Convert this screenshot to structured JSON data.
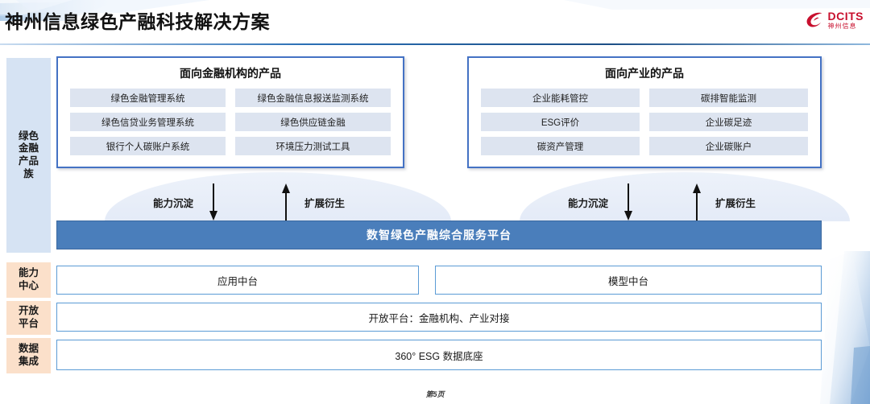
{
  "header": {
    "title": "神州信息绿色产融科技解决方案",
    "logo": {
      "brand_en": "DCITS",
      "brand_cn": "神州信息",
      "mark_name": "dcits-swirl-logo",
      "color": "#c8102e"
    },
    "rule_color": "#2a6fb5"
  },
  "sidebar": {
    "items": [
      {
        "label": "绿色\n金融\n产品\n族",
        "label_lines": [
          "绿色",
          "金融",
          "产品",
          "族"
        ],
        "style": "blue",
        "bg": "#d6e3f3"
      },
      {
        "label": "能力\n中心",
        "label_lines": [
          "能力",
          "中心"
        ],
        "style": "peach",
        "bg": "#fbe0ca"
      },
      {
        "label": "开放\n平台",
        "label_lines": [
          "开放",
          "平台"
        ],
        "style": "peach",
        "bg": "#fbe0ca"
      },
      {
        "label": "数据\n集成",
        "label_lines": [
          "数据",
          "集成"
        ],
        "style": "peach",
        "bg": "#fbe0ca"
      }
    ]
  },
  "panels": [
    {
      "title": "面向金融机构的产品",
      "border_color": "#4472c4",
      "tiles": [
        "绿色金融管理系统",
        "绿色金融信息报送监测系统",
        "绿色信贷业务管理系统",
        "绿色供应链金融",
        "银行个人碳账户系统",
        "环境压力测试工具"
      ]
    },
    {
      "title": "面向产业的产品",
      "border_color": "#4472c4",
      "tiles": [
        "企业能耗管控",
        "碳排智能监测",
        "ESG评价",
        "企业碳足迹",
        "碳资产管理",
        "企业碳账户"
      ]
    }
  ],
  "flows": [
    {
      "down_label": "能力沉淀",
      "up_label": "扩展衍生"
    },
    {
      "down_label": "能力沉淀",
      "up_label": "扩展衍生"
    }
  ],
  "platform": {
    "label": "数智绿色产融综合服务平台",
    "bg": "#4a7ebb",
    "text_color": "#ffffff"
  },
  "capability_row": {
    "boxes": [
      "应用中台",
      "模型中台"
    ]
  },
  "open_platform_row": {
    "boxes": [
      "开放平台：金融机构、产业对接"
    ]
  },
  "data_row": {
    "boxes": [
      "360° ESG 数据底座"
    ]
  },
  "footer": {
    "page_label": "第5页"
  }
}
